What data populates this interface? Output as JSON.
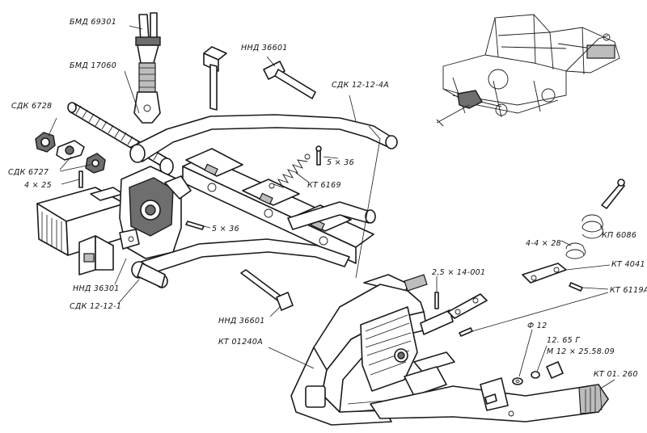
{
  "colors": {
    "ink": "#1a1a1a",
    "paper": "#ffffff",
    "shade": "#bdbdbd"
  },
  "labels": {
    "bmd_69301": "БМД 69301",
    "bmd_17060": "БМД 17060",
    "nnd_36601_top": "ННД 36601",
    "sdk_12_12_4a": "СДК 12-12-4А",
    "sdk_6728": "СДК 6728",
    "sdk_6727": "СДК 6727",
    "screw_4x25": "4 × 25",
    "pin_5x36_top": "5 × 36",
    "kt_6169": "КТ 6169",
    "pin_5x36_mid": "5 × 36",
    "nnd_36301": "ННД 36301",
    "sdk_12_12_1": "СДК 12-12-1",
    "nnd_36601_bottom": "ННД 36601",
    "kt_01240a": "КТ 01240А",
    "kp_6086": "КП 6086",
    "pin_4_4x28": "4-4 × 28",
    "kt_4041": "КТ 4041",
    "chain_2_5x14": "2,5 × 14-001",
    "kt_6119a": "КТ 6119А",
    "washer_d12": "Ф 12",
    "washer_12_65g": "12. 65 Г",
    "bolt_m12": "М 12 × 25.58.09",
    "kt_01_260": "КТ 01. 260"
  }
}
